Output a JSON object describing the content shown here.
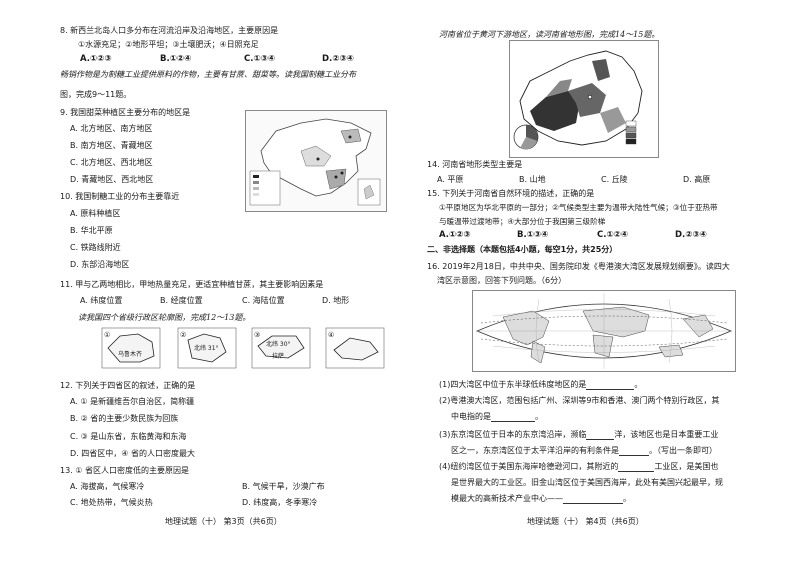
{
  "left": {
    "q8": {
      "stem": "8. 新西兰北岛人口多分布在河流沿岸及沿海地区，主要原因是",
      "factors": "①水源充足；②地形平坦；③土壤肥沃；④日照充足",
      "options": [
        "A.①②③",
        "B.①②④",
        "C.①③④",
        "D.②③④"
      ]
    },
    "intro9": {
      "line1": "畅销作物是为制糖工业提供原料的作物，主要有甘蔗、甜菜等。读我国制糖工业分布",
      "line2": "图，完成9～11题。"
    },
    "q9": {
      "stem": "9. 我国甜菜种植区主要分布的地区是",
      "options": [
        "A. 北方地区、南方地区",
        "B. 南方地区、青藏地区",
        "C. 北方地区、西北地区",
        "D. 青藏地区、西北地区"
      ]
    },
    "q10": {
      "stem": "10. 我国制糖工业的分布主要靠近",
      "options": [
        "A. 原料种植区",
        "B. 华北平原",
        "C. 铁路线附近",
        "D. 东部沿海地区"
      ]
    },
    "q11": {
      "stem": "11. 甲与乙两地相比，甲地热量充足，更适宜种植甘蔗，其主要影响因素是",
      "options": [
        "A. 纬度位置",
        "B. 经度位置",
        "C. 海陆位置",
        "D. 地形"
      ]
    },
    "intro12": {
      "line": "读我国四个省级行政区轮廓图，完成12～13题。"
    },
    "provinces": {
      "p1": "①",
      "p1_city": "乌鲁木齐",
      "p2": "②",
      "p2_lbl": "北纬 31°",
      "p3": "③",
      "p3_city": "拉萨",
      "p3_lbl": "北纬 30°",
      "p4": "④"
    },
    "q12": {
      "stem": "12. 下列关于四省区的叙述，正确的是",
      "options": [
        "A. ① 是新疆维吾尔自治区，简称疆",
        "B. ② 省的主要少数民族为回族",
        "C. ③ 是山东省，东临黄海和东海",
        "D. 四省区中，④ 省的人口密度最大"
      ]
    },
    "q13": {
      "stem": "13. ① 省区人口密度低的主要原因是",
      "options": [
        "A. 海拔高，气候寒冷",
        "B. 气候干旱，沙漠广布",
        "C. 地处热带，气候炎热",
        "D. 纬度高，冬季寒冷"
      ]
    },
    "footer": "地理试题（十）   第3页（共6页）"
  },
  "right": {
    "intro14": {
      "line": "河南省位于黄河下游地区，读河南省地形图，完成14～15题。"
    },
    "q14": {
      "stem": "14. 河南省地形类型主要是",
      "options": [
        "A. 平原",
        "B. 山地",
        "C. 丘陵",
        "D. 高原"
      ]
    },
    "q15": {
      "stem": "15. 下列关于河南省自然环境的描述，正确的是",
      "line2": "①平原地区为华北平原的一部分；②气候类型主要为温带大陆性气候；③位于亚热带",
      "line3": "与暖温带过渡地带；④大部分位于我国第三级阶梯",
      "options": [
        "A.①②③",
        "B.①③④",
        "C.①②④",
        "D.②③④"
      ]
    },
    "section2": "二、非选择题（本题包括4小题，每空1分，共25分）",
    "q16": {
      "line1": "16. 2019年2月18日，中共中央、国务院印发《粤港澳大湾区发展规划纲要》。读四大",
      "line2": "湾区示意图，回答下列问题。（6分）",
      "sub1": "(1)四大湾区中位于东半球低纬度地区的是",
      "sub2a": "(2)粤港澳大湾区，范围包括广州、深圳等9市和香港、澳门两个特别行政区，其",
      "sub2b": "中电指的是",
      "sub3a": "(3)东京湾区位于日本的东京湾沿岸，濒临",
      "sub3a2": "洋，该地区也是日本重要工业",
      "sub3b": "区之一，东京湾区位于太平洋沿岸的有利条件是",
      "sub3b2": "。（写出一条即可）",
      "sub4a": "(4)纽约湾区位于美国东海岸哈德逊河口，其附近的",
      "sub4a2": "工业区，是美国也",
      "sub4b": "是世界最大的工业区。旧金山湾区位于美国西海岸，此处有美国兴起最早，规",
      "sub4c": "模最大的高新技术产业中心——"
    },
    "footer": "地理试题（十）   第4页（共6页）"
  }
}
